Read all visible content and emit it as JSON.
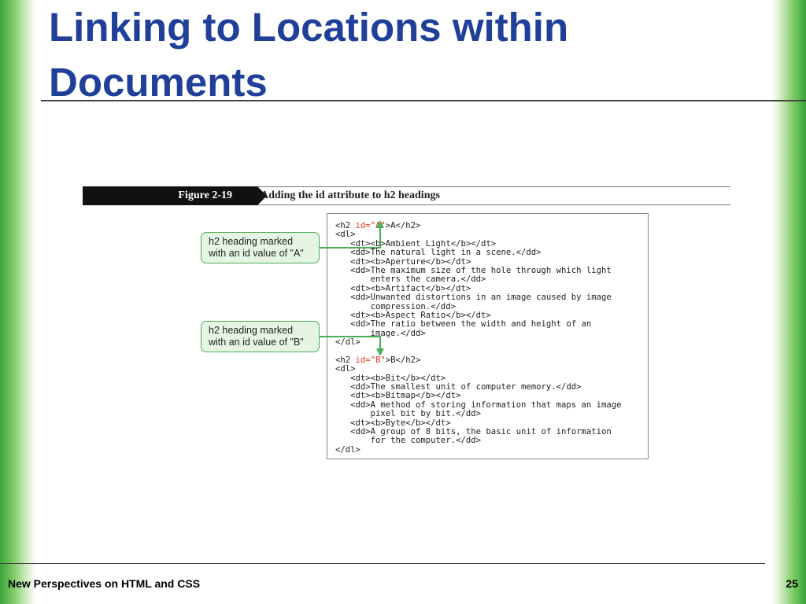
{
  "slide": {
    "title": "Linking to Locations within Documents",
    "footer": "New Perspectives on HTML and CSS",
    "page_number": "25"
  },
  "figure": {
    "label": "Figure 2-19",
    "caption": "Adding the id attribute to h2 headings"
  },
  "callouts": [
    {
      "line1": "h2 heading marked",
      "line2": "with an id value of \"A\""
    },
    {
      "line1": "h2 heading marked",
      "line2": "with an id value of \"B\""
    }
  ],
  "code_block_a": {
    "h2_open": "<h2 ",
    "h2_attr": "id=\"A\"",
    "h2_close": ">A</h2>",
    "lines": [
      "<dl>",
      "   <dt><b>Ambient Light</b></dt>",
      "   <dd>The natural light in a scene.</dd>",
      "   <dt><b>Aperture</b></dt>",
      "   <dd>The maximum size of the hole through which light",
      "       enters the camera.</dd>",
      "   <dt><b>Artifact</b></dt>",
      "   <dd>Unwanted distortions in an image caused by image",
      "       compression.</dd>",
      "   <dt><b>Aspect Ratio</b></dt>",
      "   <dd>The ratio between the width and height of an",
      "       image.</dd>",
      "</dl>"
    ]
  },
  "code_block_b": {
    "h2_open": "<h2 ",
    "h2_attr": "id=\"B\"",
    "h2_close": ">B</h2>",
    "lines": [
      "<dl>",
      "   <dt><b>Bit</b></dt>",
      "   <dd>The smallest unit of computer memory.</dd>",
      "   <dt><b>Bitmap</b></dt>",
      "   <dd>A method of storing information that maps an image",
      "       pixel bit by bit.</dd>",
      "   <dt><b>Byte</b></dt>",
      "   <dd>A group of 8 bits, the basic unit of information",
      "       for the computer.</dd>",
      "</dl>"
    ]
  },
  "colors": {
    "title": "#1f3f99",
    "accent_green": "#4cae55",
    "highlight": "#e2391c"
  }
}
